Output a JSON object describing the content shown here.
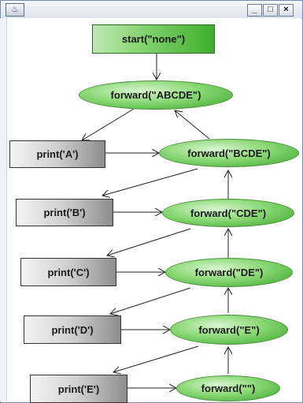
{
  "window": {
    "app_icon": "java-icon",
    "controls": {
      "minimize": "_",
      "maximize": "□",
      "close": "×"
    }
  },
  "nodes": {
    "start": "start(\"none\")",
    "forward_1": "forward(\"ABCDE\")",
    "forward_2": "forward(\"BCDE\")",
    "forward_3": "forward(\"CDE\")",
    "forward_4": "forward(\"DE\")",
    "forward_5": "forward(\"E\")",
    "forward_6": "forward(\"\")",
    "print_a": "print('A')",
    "print_b": "print('B')",
    "print_c": "print('C')",
    "print_d": "print('D')",
    "print_e": "print('E')"
  }
}
